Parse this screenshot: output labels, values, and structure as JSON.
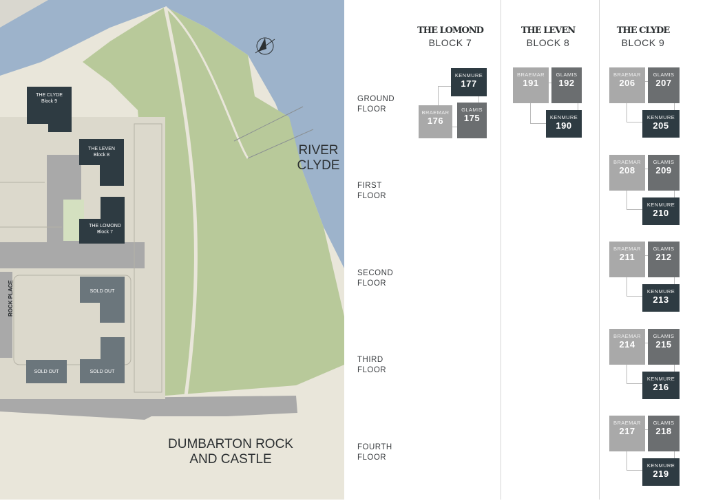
{
  "map": {
    "labels": {
      "river": "RIVER\nCLYDE",
      "river_l1": "RIVER",
      "river_l2": "CLYDE",
      "castle_l1": "DUMBARTON ROCK",
      "castle_l2": "AND CASTLE",
      "street": "ROCK PLACE"
    },
    "buildings": {
      "clyde": [
        "THE CLYDE",
        "Block 9"
      ],
      "leven": [
        "THE LEVEN",
        "Block 8"
      ],
      "lomond": [
        "THE LOMOND",
        "Block 7"
      ],
      "sold1": "SOLD OUT",
      "sold2": "SOLD OUT",
      "sold3": "SOLD OUT"
    },
    "colors": {
      "land": "#e9e6da",
      "green": "#b8c99a",
      "water": "#9db3cb",
      "building": "#2e3b42",
      "sold": "#6b767c"
    }
  },
  "blocks": [
    {
      "name": "THE LOMOND",
      "sub": "BLOCK 7"
    },
    {
      "name": "THE LEVEN",
      "sub": "BLOCK 8"
    },
    {
      "name": "THE CLYDE",
      "sub": "BLOCK 9"
    }
  ],
  "floors": [
    {
      "l1": "GROUND",
      "l2": "FLOOR"
    },
    {
      "l1": "FIRST",
      "l2": "FLOOR"
    },
    {
      "l1": "SECOND",
      "l2": "FLOOR"
    },
    {
      "l1": "THIRD",
      "l2": "FLOOR"
    },
    {
      "l1": "FOURTH",
      "l2": "FLOOR"
    }
  ],
  "units": {
    "lomond_ground": {
      "kenmure": "177",
      "braemar": "176",
      "glamis": "175"
    },
    "leven_ground": {
      "braemar": "191",
      "glamis": "192",
      "kenmure": "190"
    },
    "clyde": [
      {
        "braemar": "206",
        "glamis": "207",
        "kenmure": "205"
      },
      {
        "braemar": "208",
        "glamis": "209",
        "kenmure": "210"
      },
      {
        "braemar": "211",
        "glamis": "212",
        "kenmure": "213"
      },
      {
        "braemar": "214",
        "glamis": "215",
        "kenmure": "216"
      },
      {
        "braemar": "217",
        "glamis": "218",
        "kenmure": "219"
      }
    ]
  },
  "unit_types": {
    "kenmure": "KENMURE",
    "braemar": "BRAEMAR",
    "glamis": "GLAMIS"
  },
  "colors": {
    "kenmure": "#2e3b42",
    "glamis": "#6b6e70",
    "braemar": "#a9a9a9"
  }
}
